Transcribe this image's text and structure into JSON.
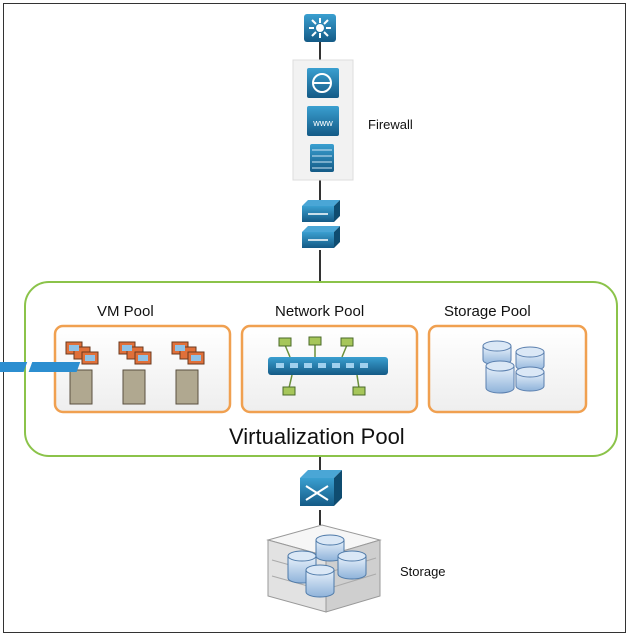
{
  "labels": {
    "firewall": "Firewall",
    "vm_pool": "VM Pool",
    "network_pool": "Network Pool",
    "storage_pool": "Storage Pool",
    "virtualization_pool": "Virtualization Pool",
    "storage": "Storage"
  },
  "colors": {
    "pool_border": "#8bc34a",
    "subpool_border": "#f0a050",
    "device_blue": "#1b6e9c",
    "connector": "#333333"
  },
  "icons": [
    "top-router-icon",
    "firewall-icon",
    "www-server-icon",
    "server-rack-icon",
    "switch-stack-icon",
    "vm-server-icon",
    "network-switch-icon",
    "database-stack-icon",
    "bottom-switch-icon",
    "storage-array-icon"
  ]
}
